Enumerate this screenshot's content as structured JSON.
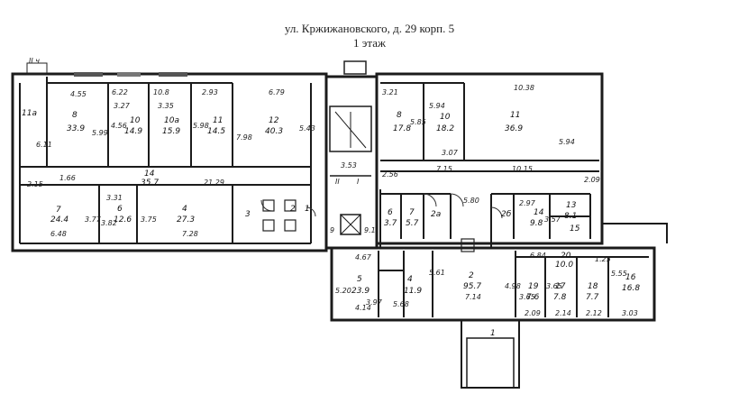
{
  "title": {
    "line1": "ул. Кржижановского, д. 29 корп. 5",
    "line2": "1 этаж"
  },
  "corner_mark": "II ч",
  "left_wing": {
    "room_1": {
      "name": "11а",
      "length_a": "4.55",
      "length_b": "6.11"
    },
    "room_8": {
      "name": "8",
      "area": "33.9",
      "length": "5.99"
    },
    "room_10": {
      "name": "10",
      "area": "14.9",
      "length_a": "3.27",
      "length_b": "4.56"
    },
    "room_10a": {
      "name": "10а",
      "area": "15.9",
      "length": "3.35"
    },
    "room_11": {
      "name": "11",
      "area": "14.5",
      "length_a": "2.93",
      "length_b": "5.98"
    },
    "room_12": {
      "name": "12",
      "area": "40.3",
      "length_a": "6.79",
      "length_b": "7.98",
      "length_c": "5.43"
    },
    "room_14": {
      "name": "14",
      "area": "35.7",
      "length_a": "21.29",
      "length_b": "1.66",
      "length_c": "2.15"
    },
    "room_7": {
      "name": "7",
      "area": "24.4",
      "length_a": "6.48",
      "length_b": "3.77"
    },
    "room_6": {
      "name": "6",
      "area": "12.6",
      "length_a": "3.31",
      "length_b": "3.82"
    },
    "room_4": {
      "name": "4",
      "area": "27.3",
      "length_a": "7.28",
      "length_b": "3.75"
    },
    "room_3": {
      "name": "3"
    },
    "room_2": {
      "name": "2"
    },
    "room_1b": {
      "name": "1"
    },
    "top_dims": [
      "6.22",
      "10.8"
    ]
  },
  "stair_core": {
    "length": "3.53",
    "marks": [
      "II",
      "I",
      "9",
      "9.1"
    ]
  },
  "right_wing": {
    "room_8": {
      "name": "8",
      "area": "17.8",
      "length_a": "3.21",
      "length_b": "5.85"
    },
    "room_10": {
      "name": "10",
      "area": "18.2",
      "length_a": "5.94",
      "length_b": "3.07"
    },
    "room_11": {
      "name": "11",
      "area": "36.9",
      "length_a": "10.38",
      "length_b": "5.94"
    },
    "corridor": {
      "length_a": "2.56",
      "length_b": "7.15",
      "length_c": "10.15",
      "length_d": "2.09"
    },
    "room_6": {
      "name": "6",
      "area": "3.7"
    },
    "room_7": {
      "name": "7",
      "area": "5.7"
    },
    "room_2a": {
      "name": "2а"
    },
    "room_2b": {
      "name": "2б"
    },
    "room_14": {
      "name": "14",
      "area": "9.8",
      "length_a": "2.97",
      "length_b": "3.57"
    },
    "room_13": {
      "name": "13",
      "area": "8.1"
    },
    "room_15": {
      "name": "15"
    },
    "room_20": {
      "name": "20",
      "area": "10.0"
    },
    "extra_dims": [
      "5.80",
      "6.84",
      "1.25"
    ]
  },
  "lower_block": {
    "room_5": {
      "name": "5",
      "area": "23.9",
      "length_a": "4.67",
      "length_b": "5.20",
      "length_c": "4.14",
      "length_d": "3.97"
    },
    "room_4": {
      "name": "4",
      "area": "11.9",
      "length_a": "5.61",
      "length_b": "5.68"
    },
    "room_2": {
      "name": "2",
      "area": "95.7",
      "length_a": "7.14",
      "length_b": "4.98"
    },
    "room_19": {
      "name": "19",
      "area": "7.6",
      "length_a": "3.65",
      "length_b": "2.09"
    },
    "room_17": {
      "name": "17",
      "area": "7.8",
      "length_a": "2.14",
      "length_b": "3.65"
    },
    "room_18": {
      "name": "18",
      "area": "7.7",
      "length": "2.12"
    },
    "room_16": {
      "name": "16",
      "area": "16.8",
      "length_a": "5.55",
      "length_b": "3.03"
    },
    "entrance": {
      "name": "1"
    }
  }
}
